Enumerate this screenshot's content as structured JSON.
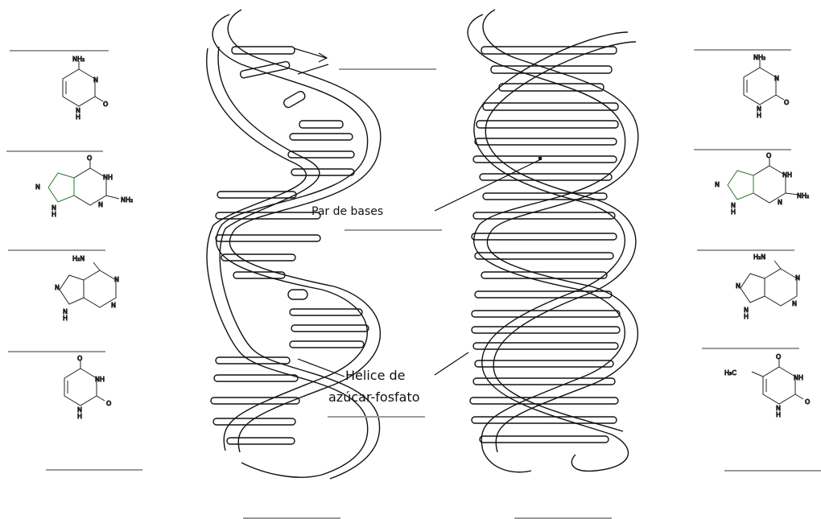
{
  "labels": {
    "base_pair": "Par de bases",
    "helix_line1": "Hélice de",
    "helix_line2": "azúcar-fosfato"
  },
  "molecules": {
    "cytosine": {
      "amine": "NH₂",
      "n3": "N",
      "o": "O",
      "nh": "N",
      "h": "H"
    },
    "guanine": {
      "o": "O",
      "nh": "NH",
      "nh2": "NH₂",
      "n7": "N",
      "n9": "N",
      "h9": "H",
      "n3": "N"
    },
    "adenine": {
      "h2n": "H₂N",
      "n1": "N",
      "n3": "N",
      "n7": "N",
      "n9": "N",
      "h": "H"
    },
    "uracil": {
      "o4": "O",
      "nh3": "NH",
      "o2": "O",
      "n1": "N",
      "h": "H"
    },
    "thymine": {
      "ch3": "H₃C",
      "o4": "O",
      "nh3": "NH",
      "o2": "O",
      "n1": "N",
      "h": "H"
    }
  },
  "colors": {
    "line": "#111111",
    "blank_line": "#9a9a9a",
    "green": "#2a7a2a"
  }
}
